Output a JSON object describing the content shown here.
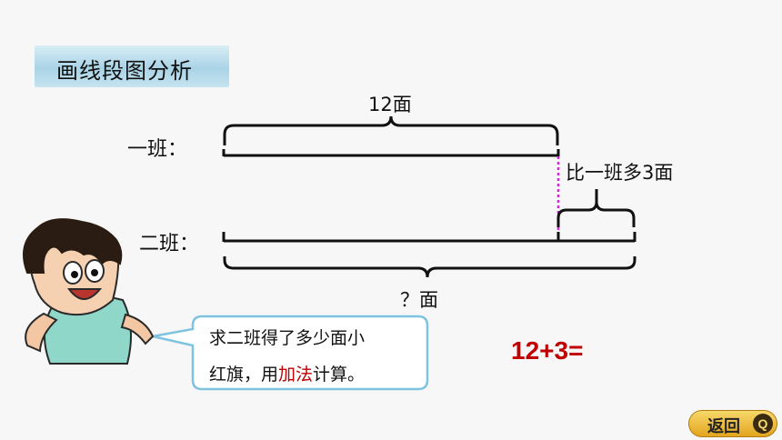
{
  "title": "画线段图分析",
  "class1": {
    "label": "一班：",
    "total": "12面"
  },
  "class2": {
    "label": "二班：",
    "total": "？面"
  },
  "difference": "比一班多3面",
  "bubble": {
    "line1": "求二班得了多少面小",
    "line2_pre": "红旗，用",
    "line2_highlight": "加法",
    "line2_post": "计算。"
  },
  "equation": "12+3=",
  "back_button": {
    "label": "返回",
    "icon": "Q"
  },
  "colors": {
    "highlight": "#c00000",
    "dotted_line": "#e020e0",
    "banner": "#a9d3e6"
  }
}
